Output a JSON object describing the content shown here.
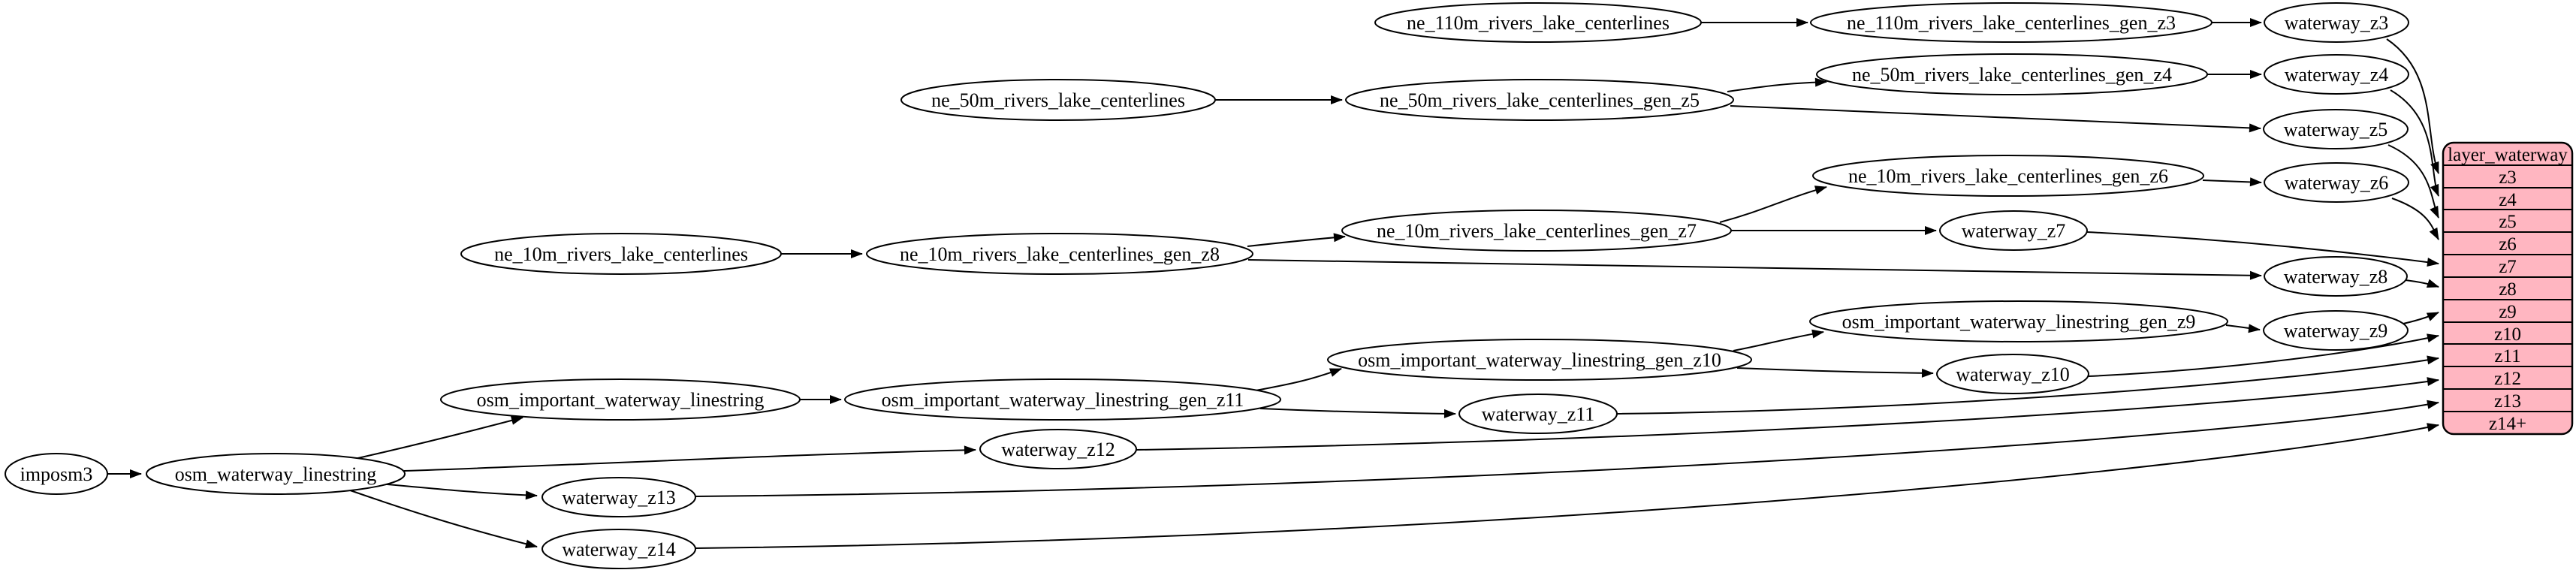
{
  "diagram": {
    "kind": "graphviz-dataflow",
    "colors": {
      "background": "#ffffff",
      "node_fill": "#ffffff",
      "node_stroke": "#000000",
      "edge": "#000000",
      "table_fill": "#ffb6c1",
      "table_stroke": "#000000",
      "text": "#000000"
    },
    "nodes": {
      "imposm3": "imposm3",
      "osm_waterway_linestring": "osm_waterway_linestring",
      "osm_important_waterway_linestring": "osm_important_waterway_linestring",
      "osm_important_waterway_linestring_gen_z11": "osm_important_waterway_linestring_gen_z11",
      "osm_important_waterway_linestring_gen_z10": "osm_important_waterway_linestring_gen_z10",
      "osm_important_waterway_linestring_gen_z9": "osm_important_waterway_linestring_gen_z9",
      "ne_10m_rivers_lake_centerlines": "ne_10m_rivers_lake_centerlines",
      "ne_10m_rivers_lake_centerlines_gen_z8": "ne_10m_rivers_lake_centerlines_gen_z8",
      "ne_10m_rivers_lake_centerlines_gen_z7": "ne_10m_rivers_lake_centerlines_gen_z7",
      "ne_10m_rivers_lake_centerlines_gen_z6": "ne_10m_rivers_lake_centerlines_gen_z6",
      "ne_50m_rivers_lake_centerlines": "ne_50m_rivers_lake_centerlines",
      "ne_50m_rivers_lake_centerlines_gen_z5": "ne_50m_rivers_lake_centerlines_gen_z5",
      "ne_50m_rivers_lake_centerlines_gen_z4": "ne_50m_rivers_lake_centerlines_gen_z4",
      "ne_110m_rivers_lake_centerlines": "ne_110m_rivers_lake_centerlines",
      "ne_110m_rivers_lake_centerlines_gen_z3": "ne_110m_rivers_lake_centerlines_gen_z3",
      "waterway_z3": "waterway_z3",
      "waterway_z4": "waterway_z4",
      "waterway_z5": "waterway_z5",
      "waterway_z6": "waterway_z6",
      "waterway_z7": "waterway_z7",
      "waterway_z8": "waterway_z8",
      "waterway_z9": "waterway_z9",
      "waterway_z10": "waterway_z10",
      "waterway_z11": "waterway_z11",
      "waterway_z12": "waterway_z12",
      "waterway_z13": "waterway_z13",
      "waterway_z14": "waterway_z14"
    },
    "table": {
      "title": "layer_waterway",
      "rows": [
        "z3",
        "z4",
        "z5",
        "z6",
        "z7",
        "z8",
        "z9",
        "z10",
        "z11",
        "z12",
        "z13",
        "z14+"
      ]
    },
    "edges": [
      "imposm3 -> osm_waterway_linestring",
      "osm_waterway_linestring -> osm_important_waterway_linestring",
      "osm_waterway_linestring -> waterway_z12",
      "osm_waterway_linestring -> waterway_z13",
      "osm_waterway_linestring -> waterway_z14",
      "osm_important_waterway_linestring -> osm_important_waterway_linestring_gen_z11",
      "osm_important_waterway_linestring_gen_z11 -> osm_important_waterway_linestring_gen_z10",
      "osm_important_waterway_linestring_gen_z11 -> waterway_z11",
      "osm_important_waterway_linestring_gen_z10 -> osm_important_waterway_linestring_gen_z9",
      "osm_important_waterway_linestring_gen_z10 -> waterway_z10",
      "osm_important_waterway_linestring_gen_z9 -> waterway_z9",
      "ne_10m_rivers_lake_centerlines -> ne_10m_rivers_lake_centerlines_gen_z8",
      "ne_10m_rivers_lake_centerlines_gen_z8 -> ne_10m_rivers_lake_centerlines_gen_z7",
      "ne_10m_rivers_lake_centerlines_gen_z8 -> waterway_z8",
      "ne_10m_rivers_lake_centerlines_gen_z7 -> ne_10m_rivers_lake_centerlines_gen_z6",
      "ne_10m_rivers_lake_centerlines_gen_z7 -> waterway_z7",
      "ne_10m_rivers_lake_centerlines_gen_z6 -> waterway_z6",
      "ne_50m_rivers_lake_centerlines -> ne_50m_rivers_lake_centerlines_gen_z5",
      "ne_50m_rivers_lake_centerlines_gen_z5 -> ne_50m_rivers_lake_centerlines_gen_z4",
      "ne_50m_rivers_lake_centerlines_gen_z5 -> waterway_z5",
      "ne_50m_rivers_lake_centerlines_gen_z4 -> waterway_z4",
      "ne_110m_rivers_lake_centerlines -> ne_110m_rivers_lake_centerlines_gen_z3",
      "ne_110m_rivers_lake_centerlines_gen_z3 -> waterway_z3",
      "waterway_z3 -> layer_waterway:z3",
      "waterway_z4 -> layer_waterway:z4",
      "waterway_z5 -> layer_waterway:z5",
      "waterway_z6 -> layer_waterway:z6",
      "waterway_z7 -> layer_waterway:z7",
      "waterway_z8 -> layer_waterway:z8",
      "waterway_z9 -> layer_waterway:z9",
      "waterway_z10 -> layer_waterway:z10",
      "waterway_z11 -> layer_waterway:z11",
      "waterway_z12 -> layer_waterway:z12",
      "waterway_z13 -> layer_waterway:z13",
      "waterway_z14 -> layer_waterway:z14+"
    ]
  }
}
